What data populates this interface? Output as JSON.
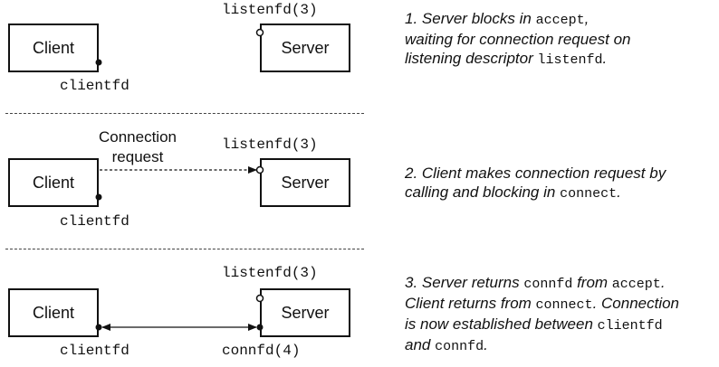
{
  "labels": {
    "client": "Client",
    "server": "Server",
    "clientfd": "clientfd",
    "listenfd": "listenfd(3)",
    "connfd": "connfd(4)",
    "connection_request": [
      "Connection",
      "request"
    ]
  },
  "steps": [
    {
      "caption": [
        {
          "t": "1. Server blocks in "
        },
        {
          "t": "accept",
          "code": true
        },
        {
          "t": ","
        },
        {
          "br": true
        },
        {
          "t": "waiting for connection request on"
        },
        {
          "br": true
        },
        {
          "t": "listening descriptor "
        },
        {
          "t": "listenfd",
          "code": true
        },
        {
          "t": "."
        }
      ]
    },
    {
      "caption": [
        {
          "t": "2. Client makes connection request by"
        },
        {
          "br": true
        },
        {
          "t": "calling and blocking in "
        },
        {
          "t": "connect",
          "code": true
        },
        {
          "t": "."
        }
      ]
    },
    {
      "caption": [
        {
          "t": "3. Server returns "
        },
        {
          "t": "connfd",
          "code": true
        },
        {
          "t": " from "
        },
        {
          "t": "accept",
          "code": true
        },
        {
          "t": "."
        },
        {
          "br": true
        },
        {
          "t": "Client returns from "
        },
        {
          "t": "connect",
          "code": true
        },
        {
          "t": ". Connection"
        },
        {
          "br": true
        },
        {
          "t": "is now established between "
        },
        {
          "t": "clientfd",
          "code": true
        },
        {
          "br": true
        },
        {
          "t": "and "
        },
        {
          "t": "connfd",
          "code": true
        },
        {
          "t": "."
        }
      ]
    }
  ]
}
